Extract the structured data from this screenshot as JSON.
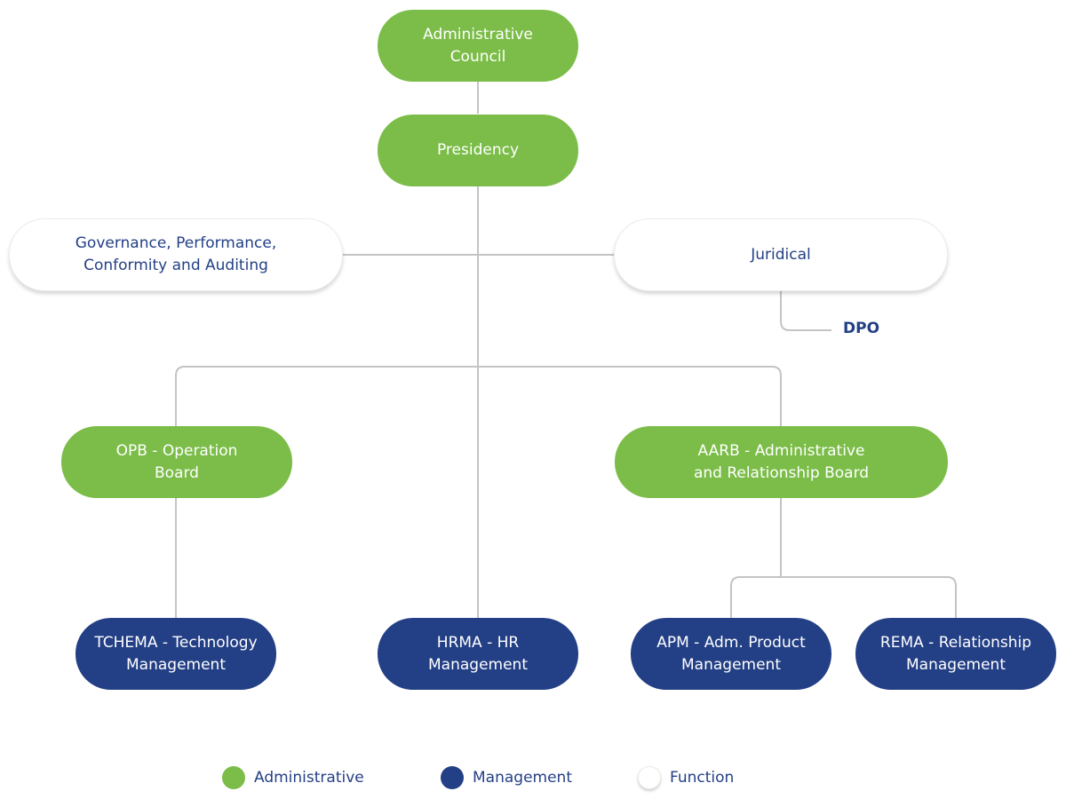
{
  "colors": {
    "administrative": "#7bbd48",
    "management": "#233f85",
    "function": "#ffffff",
    "connector": "#c4c4c4",
    "text_dark": "#233f85"
  },
  "nodes": {
    "administrative_council": {
      "label": "Administrative\nCouncil",
      "category": "administrative"
    },
    "presidency": {
      "label": "Presidency",
      "category": "administrative"
    },
    "governance": {
      "label": "Governance, Performance,\nConformity and Auditing",
      "category": "function"
    },
    "juridical": {
      "label": "Juridical",
      "category": "function"
    },
    "dpo": {
      "label": "DPO"
    },
    "opb": {
      "label": "OPB - Operation\nBoard",
      "category": "administrative"
    },
    "aarb": {
      "label": "AARB - Administrative\nand Relationship Board",
      "category": "administrative"
    },
    "tchema": {
      "label": "TCHEMA - Technology\nManagement",
      "category": "management"
    },
    "hrma": {
      "label": "HRMA - HR\nManagement",
      "category": "management"
    },
    "apm": {
      "label": "APM - Adm. Product\nManagement",
      "category": "management"
    },
    "rema": {
      "label": "REMA - Relationship\nManagement",
      "category": "management"
    }
  },
  "legend": {
    "administrative": "Administrative",
    "management": "Management",
    "function": "Function"
  }
}
